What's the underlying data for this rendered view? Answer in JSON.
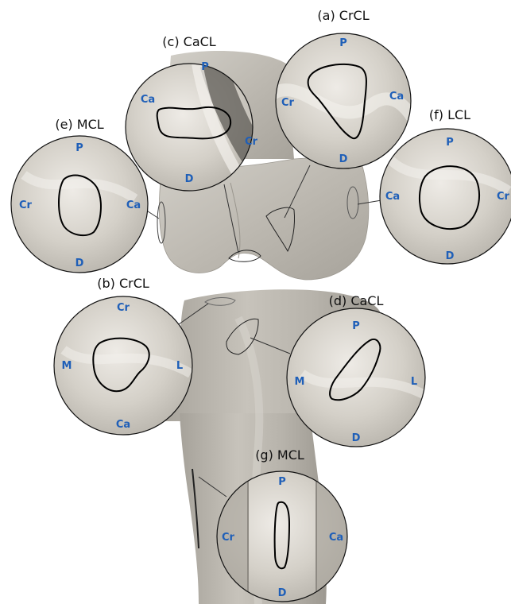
{
  "colors": {
    "bone": "#b9b6ae",
    "bone_dark": "#9c9891",
    "circle_fill": "#d8d4cc",
    "direction_label": "#1f5fb8",
    "outline": "#000000"
  },
  "views": [
    {
      "key": "a",
      "title": "(a) CrCL",
      "labels": {
        "top": "P",
        "left": "Cr",
        "right": "Ca",
        "bottom": "D"
      }
    },
    {
      "key": "b",
      "title": "(b) CrCL",
      "labels": {
        "top": "Cr",
        "left": "M",
        "right": "L",
        "bottom": "Ca"
      }
    },
    {
      "key": "c",
      "title": "(c) CaCL",
      "labels": {
        "top": "P",
        "left": "Ca",
        "right": "Cr",
        "bottom": "D"
      }
    },
    {
      "key": "d",
      "title": "(d) CaCL",
      "labels": {
        "top": "P",
        "left": "M",
        "right": "L",
        "bottom": "D"
      }
    },
    {
      "key": "e",
      "title": "(e) MCL",
      "labels": {
        "top": "P",
        "left": "Cr",
        "right": "Ca",
        "bottom": "D"
      }
    },
    {
      "key": "f",
      "title": "(f) LCL",
      "labels": {
        "top": "P",
        "left": "Ca",
        "right": "Cr",
        "bottom": "D"
      }
    },
    {
      "key": "g",
      "title": "(g) MCL",
      "labels": {
        "top": "P",
        "left": "Cr",
        "right": "Ca",
        "bottom": "D"
      }
    }
  ]
}
